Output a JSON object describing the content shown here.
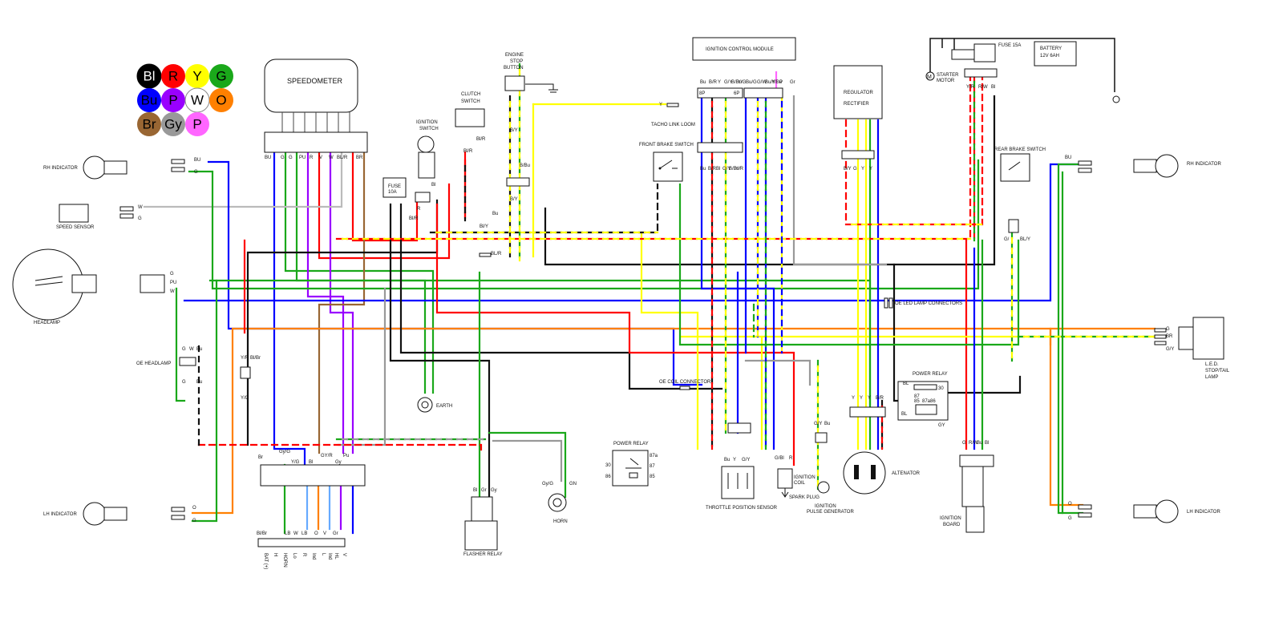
{
  "legend": [
    {
      "code": "Bl",
      "color": "#000000",
      "text_color": "#ffffff"
    },
    {
      "code": "R",
      "color": "#ff0000",
      "text_color": "#000000"
    },
    {
      "code": "Y",
      "color": "#ffff00",
      "text_color": "#000000"
    },
    {
      "code": "G",
      "color": "#1aa81a",
      "text_color": "#000000"
    },
    {
      "code": "Bu",
      "color": "#0000ff",
      "text_color": "#000000"
    },
    {
      "code": "P",
      "color": "#9900ff",
      "text_color": "#000000"
    },
    {
      "code": "W",
      "color": "#ffffff",
      "text_color": "#000000"
    },
    {
      "code": "O",
      "color": "#ff8000",
      "text_color": "#000000"
    },
    {
      "code": "Br",
      "color": "#996633",
      "text_color": "#000000"
    },
    {
      "code": "Gy",
      "color": "#999999",
      "text_color": "#000000"
    },
    {
      "code": "P",
      "color": "#ff66ff",
      "text_color": "#000000"
    }
  ],
  "components": {
    "speedometer": "SPEEDOMETER",
    "ignition_control_module": "IGNITION CONTROL MODULE",
    "regulator_rectifier_1": "REGULATOR",
    "regulator_rectifier_2": "RECTIFIER",
    "fuse_15a": "FUSE 15A",
    "battery_1": "BATTERY",
    "battery_2": "12V 6AH",
    "starter_motor_1": "STARTER",
    "starter_motor_2": "MOTOR",
    "engine_stop_1": "ENGINE",
    "engine_stop_2": "STOP",
    "engine_stop_3": "BUTTON",
    "clutch_switch_1": "CLUTCH",
    "clutch_switch_2": "SWITCH",
    "ignition_switch_1": "IGNITION",
    "ignition_switch_2": "SWITCH",
    "fuse_10a_1": "FUSE",
    "fuse_10a_2": "10A",
    "tacho_link_loom": "TACHO LINK LOOM",
    "front_brake_switch": "FRONT BRAKE SWITCH",
    "rear_brake_switch": "REAR BRAKE SWITCH",
    "rh_indicator_left": "RH INDICATOR",
    "rh_indicator_right": "RH INDICATOR",
    "speed_sensor": "SPEED SENSOR",
    "headlamp": "HEADLAMP",
    "oe_headlamp": "OE HEADLAMP",
    "earth": "EARTH",
    "oe_coil_connector": "OE COIL CONNECTOR",
    "oe_led_lamp_connectors": "OE LED LAMP CONNECTORS",
    "power_relay_right": "POWER RELAY",
    "power_relay_left": "POWER RELAY",
    "led_tail_1": "L.E.D.",
    "led_tail_2": "STOP/TAIL",
    "led_tail_3": "LAMP",
    "lh_indicator_left": "LH INDICATOR",
    "lh_indicator_right": "LH INDICATOR",
    "flasher_relay": "FLASHER RELAY",
    "horn": "HORN",
    "throttle_position_sensor": "THROTTLE POSITION SENSOR",
    "spark_plug": "SPARK PLUG",
    "ignition_coil_1": "IGNITION",
    "ignition_coil_2": "COIL",
    "ignition_pulse_1": "IGNITION",
    "ignition_pulse_2": "PULSE GENERATOR",
    "alternator": "ALTENATOR",
    "ignition_board_1": "IGNITION",
    "ignition_board_2": "BOARD"
  },
  "pin_labels": {
    "speedo_pins": [
      "BU",
      "G",
      "G",
      "PU",
      "R",
      "V",
      "W",
      "BL/R",
      "BR"
    ],
    "icm_left": [
      "Bu",
      "B/R",
      "Y",
      "G/Y",
      "B/Bu",
      "Y/G"
    ],
    "icm_right": [
      "Bu/G",
      "G/W",
      "Bu/Y",
      "Y/Bu",
      "P",
      "Gr"
    ],
    "icm_conn_left": "8P",
    "icm_conn_right": "6P",
    "tacho_pins": [
      "Bu",
      "B/R",
      "Bl",
      "G/Y",
      "B/Bu",
      "Y/R"
    ],
    "switch_block_top": [
      "Br",
      "Gy/G",
      "Y/G",
      "Bl",
      "GY/R",
      "Gy",
      "Pu"
    ],
    "switch_block_bottom": [
      "Bl/Br",
      "LB",
      "W",
      "LB",
      "O",
      "V",
      "Gr"
    ],
    "switch_block_bottom_names": [
      "BAT (+)",
      "H",
      "HORN",
      "Lo",
      "R",
      "Ind",
      "L",
      "Ind",
      "HL",
      "V"
    ],
    "flasher_pins": [
      "Bl",
      "Gr",
      "Gy"
    ],
    "horn_pins": [
      "Gy/G",
      "GN"
    ],
    "relay_left_pins": [
      "30",
      "87a",
      "86",
      "87",
      "85"
    ],
    "relay_right_pins": [
      "BL",
      "30",
      "87",
      "BL",
      "85",
      "87a86",
      "GY"
    ],
    "rh_ind_left_wires": [
      "BU",
      "G"
    ],
    "speed_sensor_wires": [
      "W",
      "G"
    ],
    "headlamp_wires": [
      "G",
      "PU",
      "W"
    ],
    "oe_headlamp_wires": [
      "G",
      "W",
      "Bu",
      "G",
      "Bu"
    ],
    "lh_ind_left_wires": [
      "O",
      "G"
    ],
    "rh_ind_right_wires": [
      "BU"
    ],
    "lh_ind_right_wires": [
      "O",
      "G"
    ],
    "tail_wires": [
      "G",
      "BR",
      "G/Y"
    ],
    "rear_brake_wires": [
      "G/",
      "BL/Y"
    ],
    "y_wire": "Y",
    "tps_pins": [
      "Bu",
      "Y",
      "G/Y"
    ],
    "coil_pins": [
      "G/Bl",
      "R"
    ],
    "pulse_pins": [
      "G/Y",
      "Bu"
    ],
    "alternator_pins": [
      "Y",
      "Y",
      "Y",
      "B/R"
    ],
    "board_pins": [
      "G",
      "R/W",
      "Bu",
      "Bl"
    ],
    "regulator_pins": [
      "B/Y",
      "G",
      "Y",
      "Y"
    ],
    "fuse15_pins": [
      "Y/R",
      "R/W",
      "Bl"
    ],
    "ign_switch_pins": [
      "R",
      "Bl",
      "Bl/R"
    ],
    "clutch_pins": [
      "Bl/R",
      "Bl/R",
      "Bu",
      "Bl/Y"
    ],
    "engine_stop_pins": [
      "B/Y",
      "B/Bu",
      "B/Y"
    ],
    "flag_bl_r": "BL/R",
    "yr_brw": [
      "Y/R",
      "Bl/Br",
      "Y/G"
    ]
  }
}
